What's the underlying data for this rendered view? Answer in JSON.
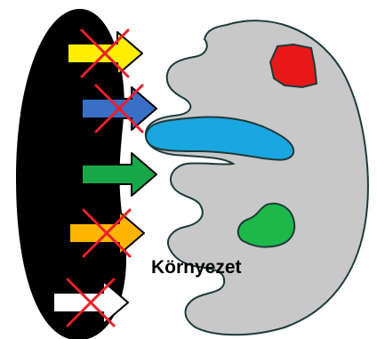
{
  "diagram": {
    "environment_label": "Környezet",
    "colors": {
      "black_region": "#000000",
      "organism_body": "#c8c8c8",
      "outline": "#1e3a3a",
      "red_organelle": "#e81818",
      "blue_organelle": "#1aa6e0",
      "green_organelle": "#1db84a",
      "cross_mark": "#e8202a"
    },
    "arrows": [
      {
        "color_name": "yellow",
        "fill": "#ffee00",
        "crossed": true
      },
      {
        "color_name": "blue",
        "fill": "#3a6fc8",
        "crossed": true
      },
      {
        "color_name": "green",
        "fill": "#18a84a",
        "crossed": false
      },
      {
        "color_name": "orange",
        "fill": "#ffb400",
        "crossed": true
      },
      {
        "color_name": "white",
        "fill": "#ffffff",
        "crossed": true
      }
    ]
  }
}
